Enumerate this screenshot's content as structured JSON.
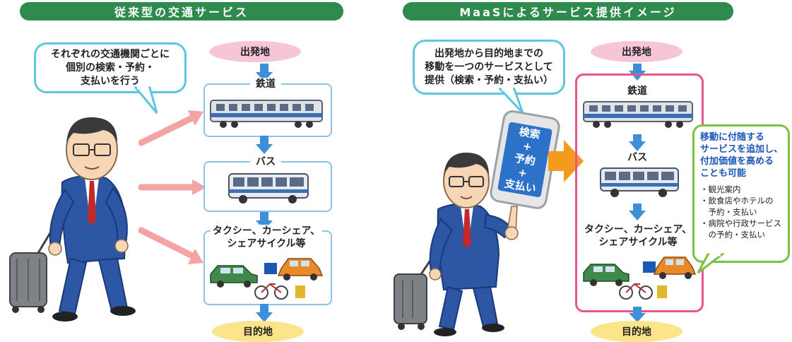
{
  "left": {
    "title": "従来型の交通サービス",
    "speech": [
      "それぞれの交通機関ごとに",
      "個別の検索・予約・",
      "支払いを行う"
    ],
    "start": "出発地",
    "rail": "鉄道",
    "bus": "バス",
    "taxi": [
      "タクシー、カーシェア、",
      "シェアサイクル等"
    ],
    "goal": "目的地"
  },
  "right": {
    "title": "MaaSによるサービス提供イメージ",
    "speech": [
      "出発地から目的地までの",
      "移動を一つのサービスとして",
      "提供（検索・予約・支払い）"
    ],
    "phone": [
      "検索",
      "+",
      "予約",
      "+",
      "支払い"
    ],
    "start": "出発地",
    "rail": "鉄道",
    "bus": "バス",
    "taxi": [
      "タクシー、カーシェア、",
      "シェアサイクル等"
    ],
    "goal": "目的地",
    "callout_head": [
      "移動に付随する",
      "サービスを追加し、",
      "付加価値を高める",
      "ことも可能"
    ],
    "callout_items": [
      "・観光案内",
      "・飲食店やホテルの",
      "　予約・支払い",
      "・病院や行政サービス",
      "　の予約・支払い"
    ]
  },
  "colors": {
    "title_green": "#2f8a4e",
    "speech_cyan": "#5bc7e2",
    "flow_blue": "#3d8fd8",
    "start_pink": "#f6c5d8",
    "goal_yellow": "#fbe58a",
    "frame_pink": "#e8548f",
    "callout_green": "#7cc242",
    "arrow_orange": "#f39a1f",
    "arrow_salmon": "#f3a3a3"
  }
}
